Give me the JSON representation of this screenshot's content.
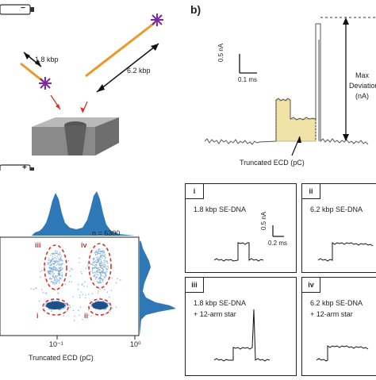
{
  "panel_b": {
    "letter": "b)",
    "scale_current": "0.5 nA",
    "scale_time": "0.1 ms",
    "max_label_1": "Max",
    "max_label_2": "Deviation",
    "max_label_3": "(nA)",
    "truncated_label": "Truncated ECD (pC)"
  },
  "panel_a": {
    "length_short": "1.8 kbp",
    "length_long": "6.2 kbp",
    "bias_top": "−",
    "bias_bottom": "+"
  },
  "panel_c": {
    "count": "n = 6300",
    "xlabel": "Truncated ECD (pC)",
    "xtick_1": "10⁻¹",
    "xtick_2": "10⁰",
    "cluster_iii": "iii",
    "cluster_iv": "iv",
    "cluster_i": "i",
    "cluster_ii": "ii",
    "accent_red": "#d9302c",
    "accent_blue": "#2f78b7"
  },
  "insets": [
    {
      "tag": "i",
      "line1": "1.8 kbp SE-DNA",
      "line2": ""
    },
    {
      "tag": "ii",
      "line1": "6.2 kbp SE-DNA",
      "line2": ""
    },
    {
      "tag": "iii",
      "line1": "1.8 kbp SE-DNA",
      "line2": "+ 12-arm star"
    },
    {
      "tag": "iv",
      "line1": "6.2 kbp SE-DNA",
      "line2": "+ 12-arm star"
    }
  ],
  "inset_scale": {
    "current": "0.5 nA",
    "time": "0.2 ms"
  }
}
